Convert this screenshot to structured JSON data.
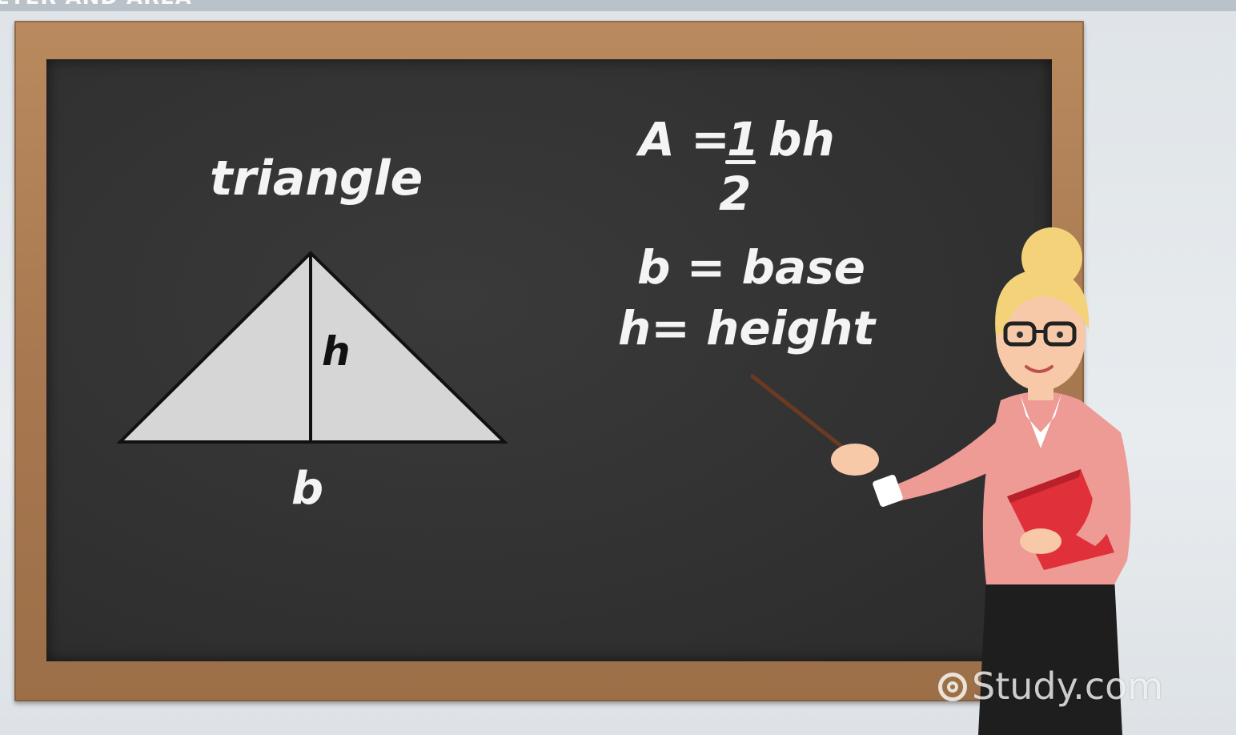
{
  "header": {
    "caption": "ETER AND AREA"
  },
  "board": {
    "shape_title": "triangle",
    "height_label": "h",
    "base_label": "b",
    "formula": {
      "area_prefix": "A =",
      "fraction_numerator": "1",
      "fraction_denominator": "2",
      "area_suffix": "bh"
    },
    "definitions": {
      "base": "b = base",
      "height": "h= height"
    }
  },
  "teacher": {
    "hair_color": "#f3d27a",
    "blouse_color": "#ee9a95",
    "folder_color": "#e0303a"
  },
  "watermark": {
    "text": "Study.com"
  }
}
